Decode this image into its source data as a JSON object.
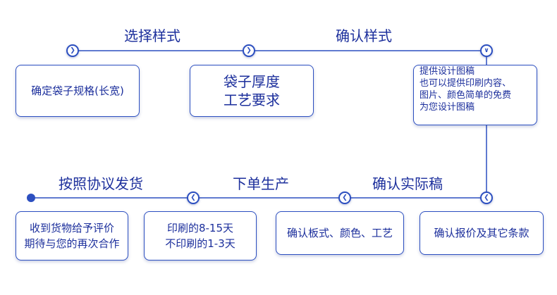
{
  "colors": {
    "line": "#2c4fc0",
    "text": "#1c2f9c",
    "background": "#ffffff"
  },
  "steps_top": [
    {
      "label": "选择样式"
    },
    {
      "label": "确认样式"
    }
  ],
  "boxes_top": [
    {
      "lines": [
        "确定袋子规格(长宽)"
      ]
    },
    {
      "lines": [
        "袋子厚度",
        "工艺要求"
      ]
    },
    {
      "lines": [
        "提供设计图稿",
        "也可以提供印刷内容、",
        "图片、颜色简单的免费",
        "为您设计图稿"
      ]
    }
  ],
  "steps_bottom": [
    {
      "label": "按照协议发货"
    },
    {
      "label": "下单生产"
    },
    {
      "label": "确认实际稿"
    }
  ],
  "boxes_bottom": [
    {
      "lines": [
        "收到货物给予评价",
        "期待与您的再次合作"
      ]
    },
    {
      "lines": [
        "印刷的8-15天",
        "不印刷的1-3天"
      ]
    },
    {
      "lines": [
        "确认板式、颜色、工艺"
      ]
    },
    {
      "lines": [
        "确认报价及其它条款"
      ]
    }
  ],
  "icons": {
    "forward": "chevron-right-icon",
    "down": "chevron-down-icon",
    "back": "chevron-left-icon",
    "end": "end-dot-icon"
  }
}
